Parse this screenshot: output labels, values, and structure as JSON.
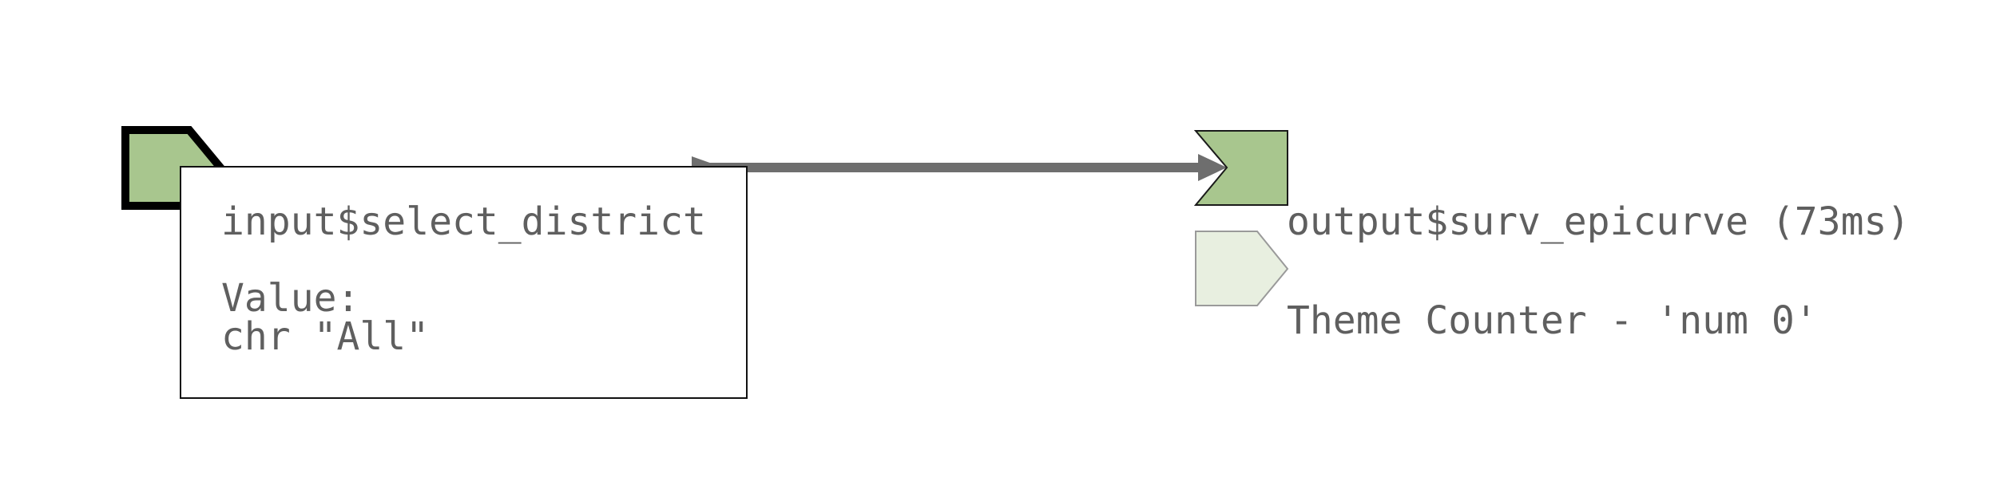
{
  "graph": {
    "edge": {
      "color": "#6e6e6e"
    },
    "input_node": {
      "name": "input$select_district",
      "fill": "#a8c68e",
      "stroke": "#000000"
    },
    "output_node": {
      "label": "output$surv_epicurve (73ms)",
      "fill": "#a8c68e",
      "stroke": "#1a1a1a"
    },
    "observer_node": {
      "label": "Theme Counter - 'num 0'",
      "fill": "#e8efe0",
      "stroke": "#9a9a9a"
    },
    "tooltip": {
      "title": "input$select_district",
      "value_heading": "Value:",
      "value": "chr \"All\""
    }
  }
}
